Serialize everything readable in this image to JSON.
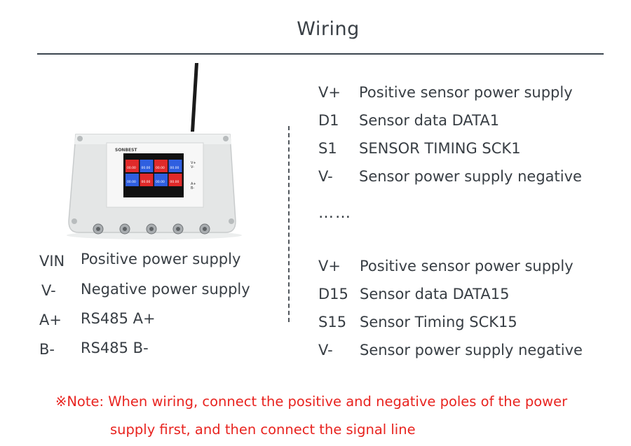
{
  "title": "Wiring",
  "left_rows": [
    {
      "code": "VIN",
      "desc": "Positive power supply"
    },
    {
      "code": "V-",
      "desc": "Negative power supply"
    },
    {
      "code": "A+",
      "desc": "RS485 A+"
    },
    {
      "code": "B-",
      "desc": "RS485 B-"
    }
  ],
  "right_rows_top": [
    {
      "code": "V+",
      "desc": "Positive sensor power supply"
    },
    {
      "code": "D1",
      "desc": "Sensor data DATA1"
    },
    {
      "code": "S1",
      "desc": "SENSOR TIMING SCK1"
    },
    {
      "code": "V-",
      "desc": "Sensor power supply negative"
    }
  ],
  "ellipsis": "……",
  "right_rows_bottom": [
    {
      "code": "V+",
      "desc": "Positive sensor power supply"
    },
    {
      "code": "D15",
      "desc": "Sensor data DATA15"
    },
    {
      "code": "S15",
      "desc": "Sensor Timing SCK15"
    },
    {
      "code": "V-",
      "desc": "Sensor power supply negative"
    }
  ],
  "note": {
    "line1": "※Note: When wiring, connect the positive and negative poles of the power",
    "line2": "supply first, and then connect the signal line"
  },
  "device": {
    "brand": "SONBEST",
    "side_labels": [
      "V+",
      "V-",
      "A+",
      "B-"
    ],
    "screen_value": "00.00",
    "colors": {
      "red": "#e02a2a",
      "blue": "#2f5fe0",
      "enclosure": "#e4e6e6"
    }
  }
}
